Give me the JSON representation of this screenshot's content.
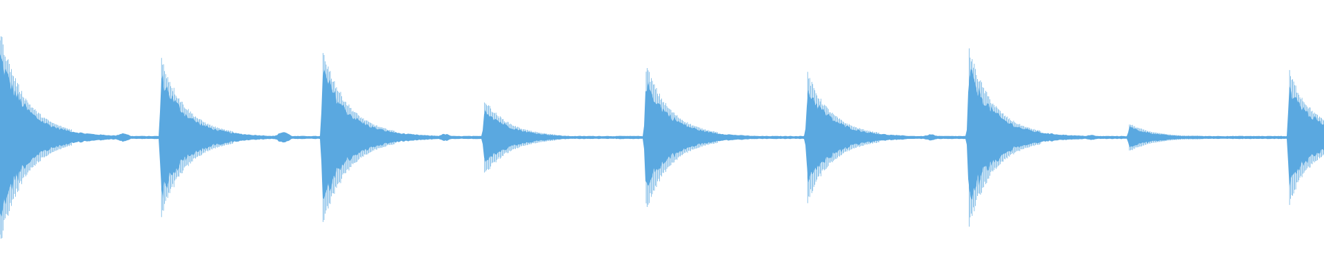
{
  "waveform": {
    "color": "#5aa8e0",
    "background": "#ffffff",
    "baseline_amplitude": 0.012,
    "hits": [
      {
        "position": 0.0,
        "amplitude": 0.62
      },
      {
        "position": 0.122,
        "amplitude": 0.46
      },
      {
        "position": 0.244,
        "amplitude": 0.51
      },
      {
        "position": 0.366,
        "amplitude": 0.22
      },
      {
        "position": 0.488,
        "amplitude": 0.42
      },
      {
        "position": 0.61,
        "amplitude": 0.37
      },
      {
        "position": 0.732,
        "amplitude": 0.51
      },
      {
        "position": 0.853,
        "amplitude": 0.08
      },
      {
        "position": 0.974,
        "amplitude": 0.38
      }
    ],
    "minor_bumps": [
      {
        "position": 0.093,
        "amplitude": 0.035
      },
      {
        "position": 0.214,
        "amplitude": 0.045
      },
      {
        "position": 0.336,
        "amplitude": 0.028
      },
      {
        "position": 0.703,
        "amplitude": 0.025
      },
      {
        "position": 0.824,
        "amplitude": 0.02
      }
    ]
  }
}
